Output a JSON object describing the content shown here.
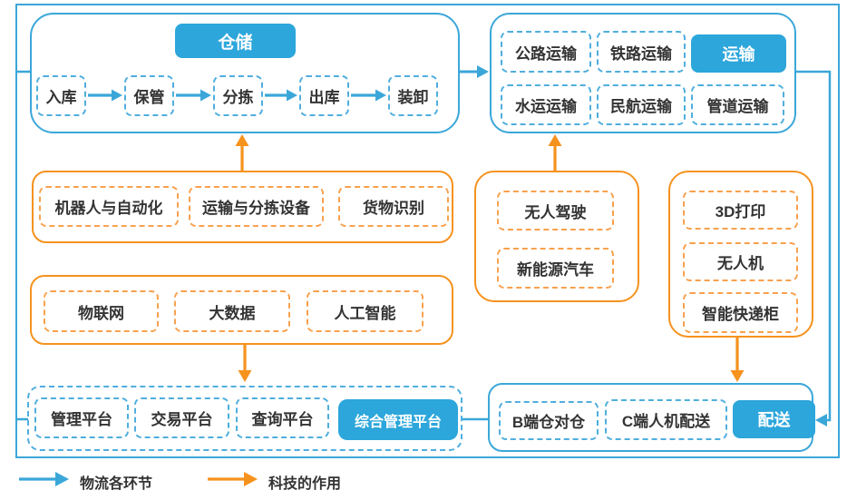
{
  "colors": {
    "blue_fill": "#2CA6DB",
    "blue_line": "#3BA7D9",
    "blue_dashed": "#4FAEDD",
    "orange": "#F6921E",
    "text": "#333333"
  },
  "warehouse": {
    "title": "仓储",
    "steps": [
      "入库",
      "保管",
      "分拣",
      "出库",
      "装卸"
    ]
  },
  "transport": {
    "title": "运输",
    "modes_row1": [
      "公路运输",
      "铁路运输"
    ],
    "modes_row2": [
      "水运运输",
      "民航运输",
      "管道运输"
    ]
  },
  "tech_warehouse": {
    "items": [
      "机器人与自动化",
      "运输与分拣设备",
      "货物识别"
    ]
  },
  "tech_transport": {
    "items": [
      "无人驾驶",
      "新能源汽车"
    ]
  },
  "tech_delivery": {
    "items": [
      "3D打印",
      "无人机",
      "智能快递柜"
    ]
  },
  "tech_platform": {
    "items": [
      "物联网",
      "大数据",
      "人工智能"
    ]
  },
  "platform": {
    "title": "综合管理平台",
    "items": [
      "管理平台",
      "交易平台",
      "查询平台"
    ]
  },
  "delivery": {
    "title": "配送",
    "items": [
      "B端仓对仓",
      "C端人机配送"
    ]
  },
  "legend": {
    "flow_label": "物流各环节",
    "tech_label": "科技的作用"
  }
}
